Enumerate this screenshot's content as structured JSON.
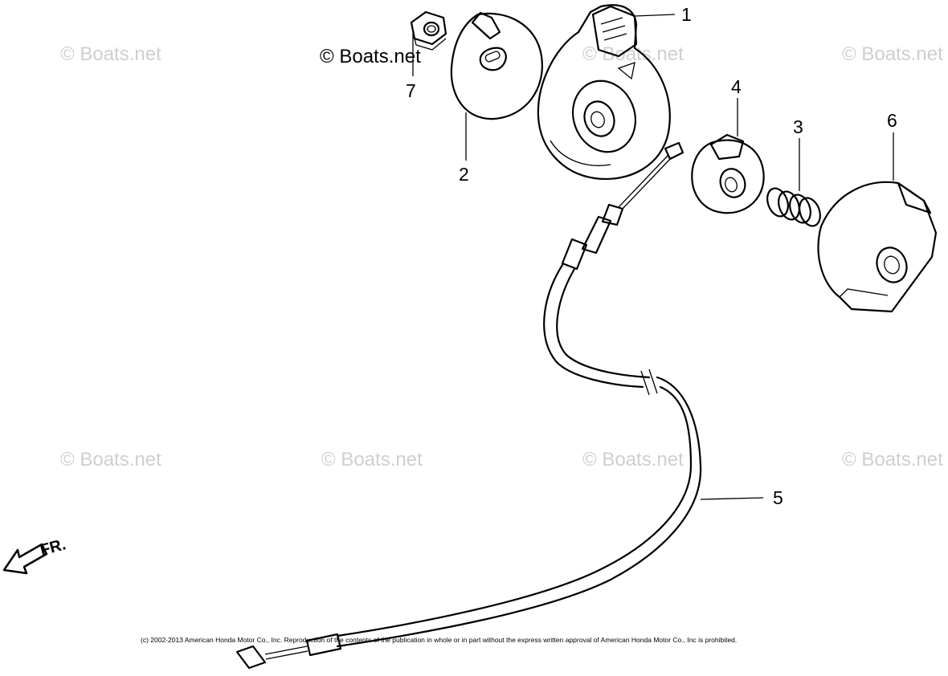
{
  "watermarks": [
    "© Boats.net",
    "© Boats.net",
    "© Boats.net",
    "© Boats.net",
    "© Boats.net",
    "© Boats.net",
    "© Boats.net",
    "© Boats.net"
  ],
  "callouts": [
    "1",
    "2",
    "3",
    "4",
    "5",
    "6",
    "7"
  ],
  "direction_label": "FR.",
  "copyright": "(c) 2002-2013 American Honda Motor Co., Inc. Reproduction of the contents of the publication in whole or in part without the express written approval of American Honda Motor Co., Inc is prohibited."
}
